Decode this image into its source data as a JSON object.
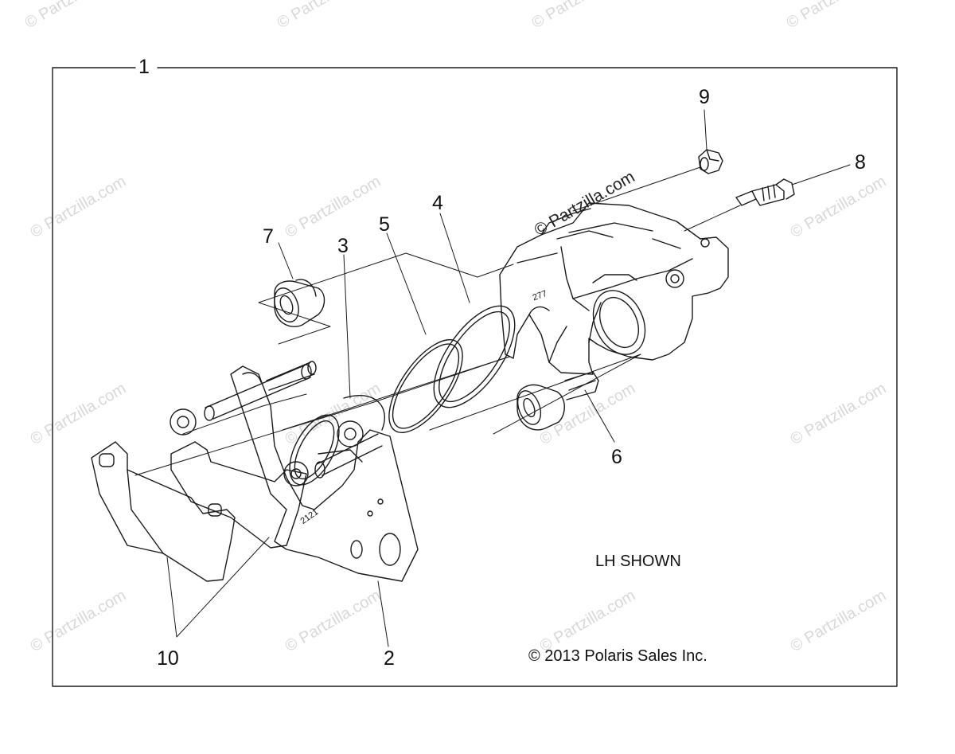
{
  "callouts": {
    "c1": "1",
    "c2": "2",
    "c3": "3",
    "c4": "4",
    "c5": "5",
    "c6": "6",
    "c7": "7",
    "c8": "8",
    "c9": "9",
    "c10": "10"
  },
  "notes": {
    "side": "LH SHOWN",
    "copyright": "© 2013 Polaris Sales Inc."
  },
  "part_marks": {
    "bracket": "2121",
    "caliper": "277"
  },
  "watermark": {
    "text": "© Partzilla.com"
  },
  "colors": {
    "line": "#1a1a1a",
    "watermark": "#d8d8d8",
    "background": "#ffffff"
  }
}
